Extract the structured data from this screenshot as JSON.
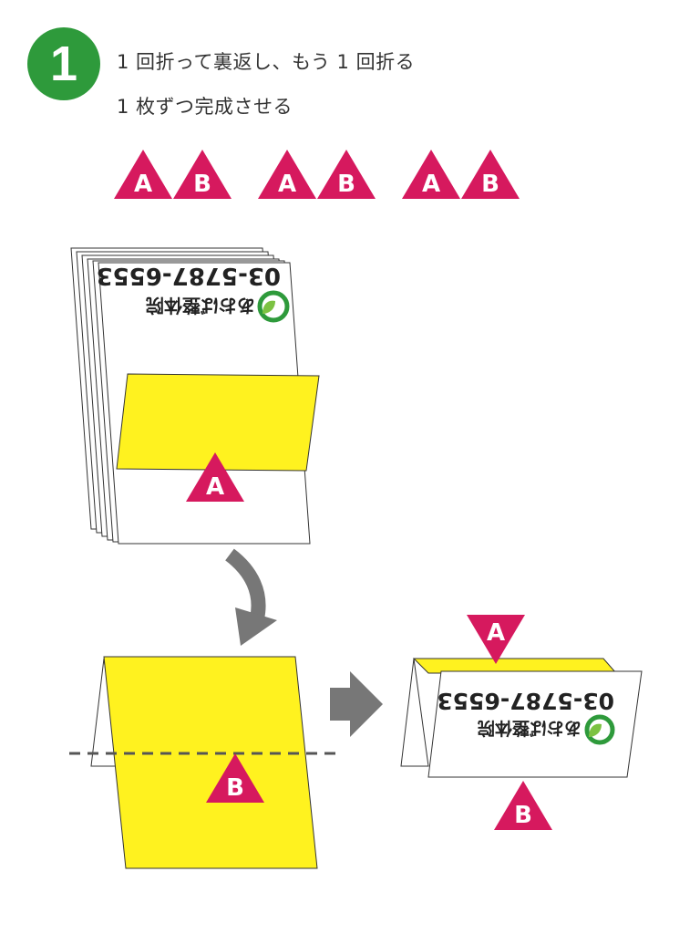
{
  "step": {
    "number": "1"
  },
  "instructions": {
    "line1": "1 回折って裏返し、もう 1 回折る",
    "line2": "1 枚ずつ完成させる"
  },
  "colors": {
    "step_green": "#2e9a3b",
    "marker_magenta": "#d6195e",
    "paper_yellow": "#fff21f",
    "arrow_gray": "#777777",
    "dash_gray": "#555555"
  },
  "legend_pairs": [
    {
      "a": "A",
      "b": "B"
    },
    {
      "a": "A",
      "b": "B"
    },
    {
      "a": "A",
      "b": "B"
    }
  ],
  "card": {
    "clinic_name": "あおば整体院",
    "phone": "03-5787-6553",
    "logo_icon": "leaf-logo-icon"
  },
  "markers": {
    "stack_marker": "A",
    "unfolded_marker": "B",
    "tent_top_marker": "A",
    "tent_bottom_marker": "B"
  }
}
